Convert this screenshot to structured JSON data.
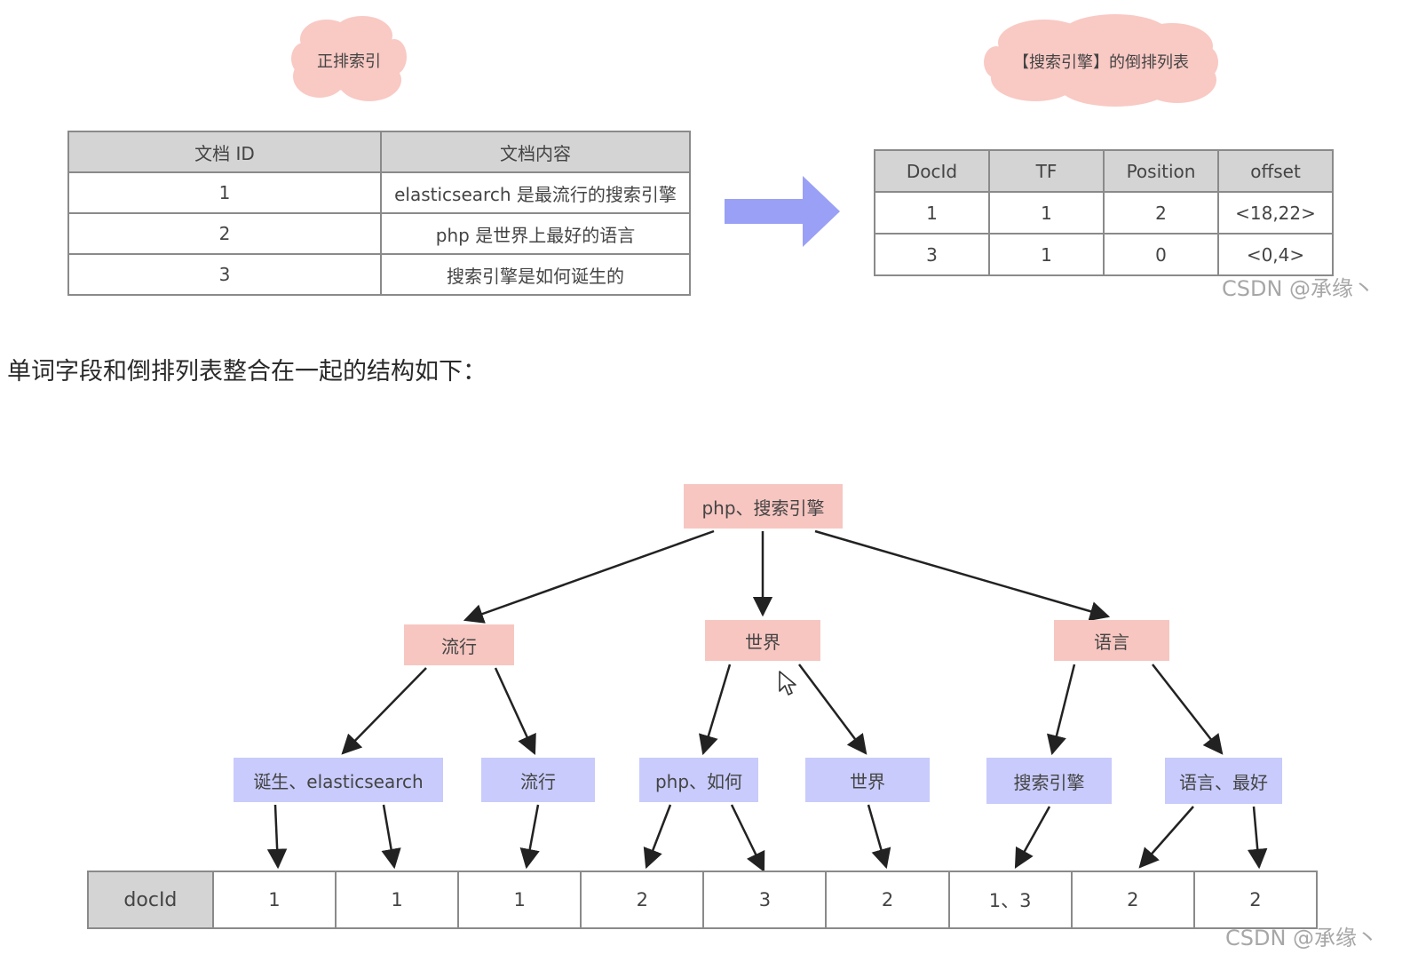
{
  "top": {
    "forward_cloud_label": "正排索引",
    "inverted_cloud_label": "【搜索引擎】的倒排列表",
    "forward_table": {
      "headers": [
        "文档 ID",
        "文档内容"
      ],
      "rows": [
        [
          "1",
          "elasticsearch 是最流行的搜索引擎"
        ],
        [
          "2",
          "php 是世界上最好的语言"
        ],
        [
          "3",
          "搜索引擎是如何诞生的"
        ]
      ]
    },
    "inverted_table": {
      "headers": [
        "DocId",
        "TF",
        "Position",
        "offset"
      ],
      "rows": [
        [
          "1",
          "1",
          "2",
          "<18,22>"
        ],
        [
          "3",
          "1",
          "0",
          "<0,4>"
        ]
      ]
    },
    "watermark": "CSDN @承缘丶"
  },
  "caption": "单词字段和倒排列表整合在一起的结构如下：",
  "tree": {
    "root": "php、搜索引擎",
    "level1": [
      "流行",
      "世界",
      "语言"
    ],
    "level2": [
      "诞生、elasticsearch",
      "流行",
      "php、如何",
      "世界",
      "搜索引擎",
      "语言、最好"
    ],
    "doc_strip": {
      "header": "docId",
      "values": [
        "1",
        "1",
        "1",
        "2",
        "3",
        "2",
        "1、3",
        "2",
        "2"
      ]
    },
    "watermark": "CSDN @承缘丶"
  },
  "colors": {
    "cloud": "#f9c9c4",
    "red_node": "#f7c6c1",
    "blue_node": "#c8cbfb",
    "arrow_big": "#9aa0f5",
    "header_gray": "#d4d4d4"
  }
}
